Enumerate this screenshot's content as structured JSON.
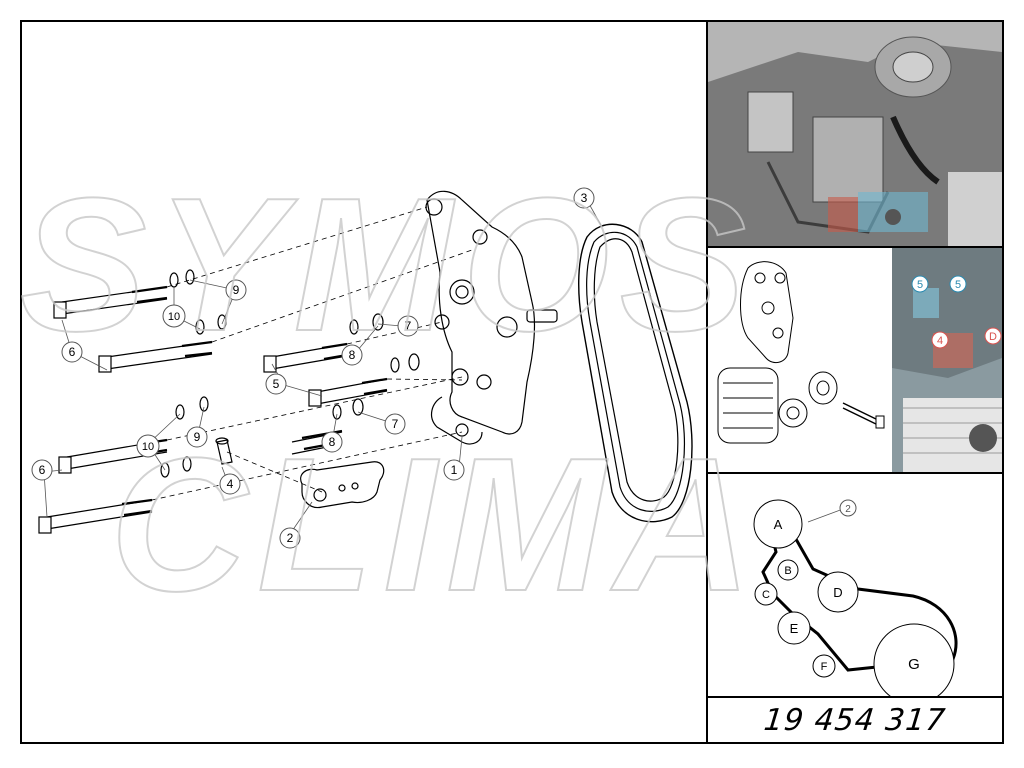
{
  "callouts": {
    "c1": "1",
    "c2": "2",
    "c3": "3",
    "c4": "4",
    "c5": "5",
    "c6a": "6",
    "c6b": "6",
    "c7a": "7",
    "c7b": "7",
    "c8a": "8",
    "c8b": "8",
    "c9a": "9",
    "c9b": "9",
    "c10a": "10",
    "c10b": "10"
  },
  "photo2_labels": {
    "l5a": "5",
    "l5b": "5",
    "l4": "4",
    "lD": "D"
  },
  "belt_routing": {
    "A": "A",
    "B": "B",
    "C": "C",
    "D": "D",
    "E": "E",
    "F": "F",
    "G": "G",
    "belt_callout": "2"
  },
  "part_number": "19 454 317",
  "watermark": "SYMOS CLIMA",
  "colors": {
    "line": "#000000",
    "watermark_stroke": "#c8c8c8",
    "callout_stroke": "#555555",
    "photo_label_blue": "#2a8ab0",
    "photo_label_red": "#d9534f"
  }
}
